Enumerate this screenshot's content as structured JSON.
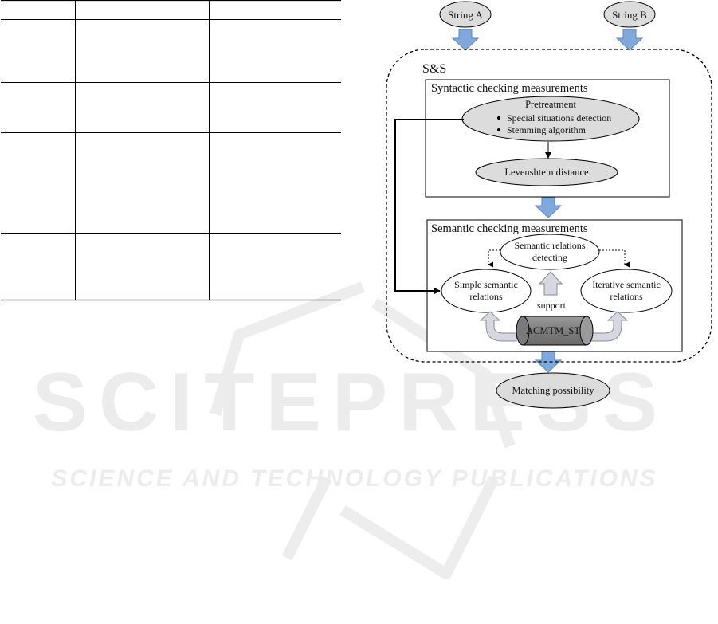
{
  "watermark": {
    "brand": "SCITEPRESS",
    "tagline": "SCIENCE AND TECHNOLOGY PUBLICATIONS",
    "color": "#ececec"
  },
  "diagram": {
    "inputs": {
      "a": "String A",
      "b": "String B"
    },
    "outer_label": "S&S",
    "syntactic": {
      "title": "Syntactic checking measurements",
      "pretreatment": "Pretreatment",
      "bullet_1": "Special situations detection",
      "bullet_2": "Stemming algorithm",
      "levenshtein": "Levenshtein distance"
    },
    "semantic": {
      "title": "Semantic checking measurements",
      "detecting_1": "Semantic relations",
      "detecting_2": "detecting",
      "simple_1": "Simple semantic",
      "simple_2": "relations",
      "iterative_1": "Iterative semantic",
      "iterative_2": "relations",
      "support": "support",
      "db_label": "ACMTM_ST"
    },
    "output": "Matching possibility",
    "colors": {
      "arrow_fill": "#7fa8dc",
      "arrow_stroke": "#5b86bf",
      "ellipse_fill": "#dcdcdc",
      "cylinder_fill": "#8c8c8c",
      "support_arrow_fill": "#d7d7e0"
    }
  }
}
